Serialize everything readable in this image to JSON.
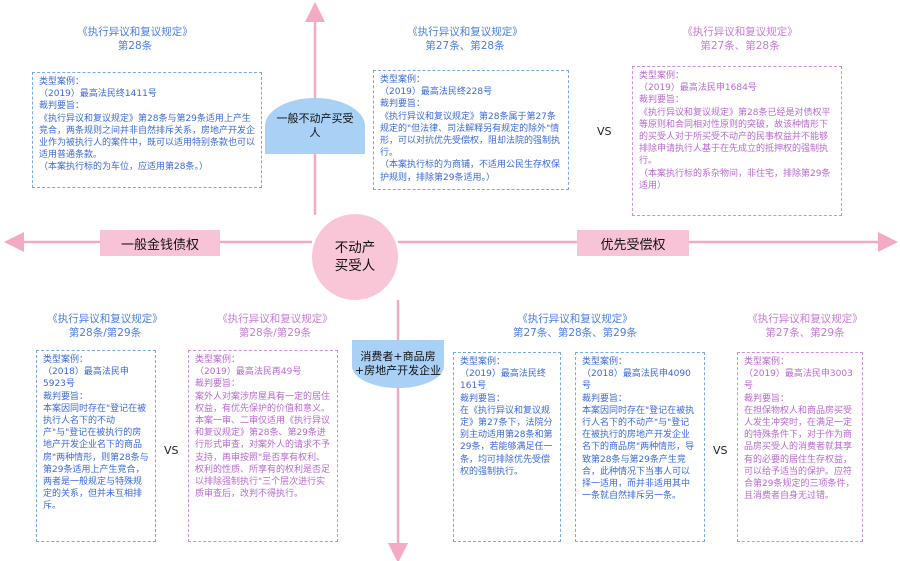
{
  "center_label": "不动产\n买受人",
  "branches": {
    "left": "一般金钱债权",
    "right": "优先受偿权"
  },
  "categories": {
    "top": "一般不动产买受\n人",
    "bottom": "消费者+商品房\n+房地产开发企业"
  },
  "vs_label": "VS",
  "top_row": [
    {
      "heading_line1": "《执行异议和复议规定》",
      "heading_line2": "第28条",
      "color": "#4a7de0",
      "body": "类型案例：\n（2019）最高法民终1411号\n裁判要旨：\n《执行异议和复议规定》第28条与第29条适用上产生竞合，两条规则之间并非自然排斥关系，房地产开发企业作为被执行人的案件中，既可以适用特别条款也可以适用普通条款。\n（本案执行标的为车位，应适用第28条。）"
    },
    {
      "heading_line1": "《执行异议和复议规定》",
      "heading_line2": "第27条、第28条",
      "color": "#4a7de0",
      "body": "类型案例：\n（2019）最高法民终228号\n裁判要旨：\n《执行异议和复议规定》第28条属于第27条规定的\"但法律、司法解释另有规定的除外\"情形，可以对抗优先受偿权，阻却法院的强制执行。\n（本案执行标的为商铺，不适用公民生存权保护规则，排除第29条适用。）"
    },
    {
      "heading_line1": "《执行异议和复议规定》",
      "heading_line2": "第27条、第28条",
      "color": "#c87ad6",
      "body": "类型案例：\n（2019）最高法民申1684号\n裁判要旨：\n《执行异议和复议规定》第28条已经是对债权平等原则和合同相对性原则的突破，故该种情形下的买受人对于所买受不动产的民事权益并不能够排除申请执行人基于在先成立的抵押权的强制执行。\n（本案执行标的系杂物间，非住宅，排除第29条适用）"
    }
  ],
  "bottom_row": [
    {
      "heading_line1": "《执行异议和复议规定》",
      "heading_line2": "第28条/第29条",
      "color": "#4a7de0",
      "body": "类型案例：\n（2018）最高法民申5923号\n裁判要旨：\n本案因同时存在\"登记在被执行人名下的不动产\"与\"登记在被执行的房地产开发企业名下的商品房\"两种情形，则第28条与第29条适用上产生竞合，两者是一般规定与特殊规定的关系，但并未互相排斥。"
    },
    {
      "heading_line1": "《执行异议和复议规定》",
      "heading_line2": "第28条/第29条",
      "color": "#c87ad6",
      "body": "类型案例：\n（2019）最高法民再49号\n裁判要旨：\n案外人对案涉房屋具有一定的居住权益，有优先保护的价值和意义。本案一审、二审仅适用《执行异议和复议规定》第28条、第29条进行形式审查，对案外人的请求不予支持，再审按照\"是否享有权利、权利的性质、所享有的权利是否足以排除强制执行\"三个层次进行实质审查后，改判不得执行。"
    },
    {
      "heading_line1": "《执行异议和复议规定》",
      "heading_line2": "第27条、第28条、第29条",
      "color": "#4a7de0",
      "body_a": "类型案例：\n（2019）最高法民终161号\n裁判要旨：\n在《执行异议和复议规定》第27条下，法院分别主动适用第28条和第29条，若能够满足任一条，均可排除优先受偿权的强制执行。",
      "body_b": "类型案例：\n（2018）最高法民申4090号\n裁判要旨：\n本案因同时存在\"登记在被执行人名下的不动产\"与\"登记在被执行的房地产开发企业名下的商品房\"两种情形，导致第28条与第29条产生竞合，此种情况下当事人可以择一适用，而并非适用其中一条就自然排斥另一条。"
    },
    {
      "heading_line1": "《执行异议和复议规定》",
      "heading_line2": "第27条、第29条",
      "color": "#c87ad6",
      "body": "类型案例：\n（2019）最高法民申3003号\n裁判要旨：\n在担保物权人和商品房买受人发生冲突时，在满足一定的特殊条件下，对于作为商品房买受人的消费者就其享有的必要的居住生存权益，可以给予适当的保护。应符合第29条规定的三项条件，且消费者自身无过错。"
    }
  ]
}
